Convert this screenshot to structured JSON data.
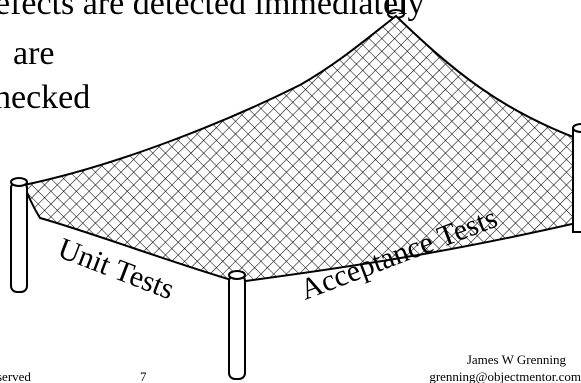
{
  "slide": {
    "text_lines": [
      "efects are detected immediately",
      "are",
      "hecked"
    ],
    "net_labels": {
      "left": "Unit Tests",
      "right": "Acceptance Tests"
    },
    "footer": {
      "left": "served",
      "page": "7",
      "author": "James W Grenning",
      "email": "grenning@objectmentor.com"
    },
    "colors": {
      "ink": "#000000",
      "net": "#000000",
      "post_fill": "#ffffff"
    }
  }
}
